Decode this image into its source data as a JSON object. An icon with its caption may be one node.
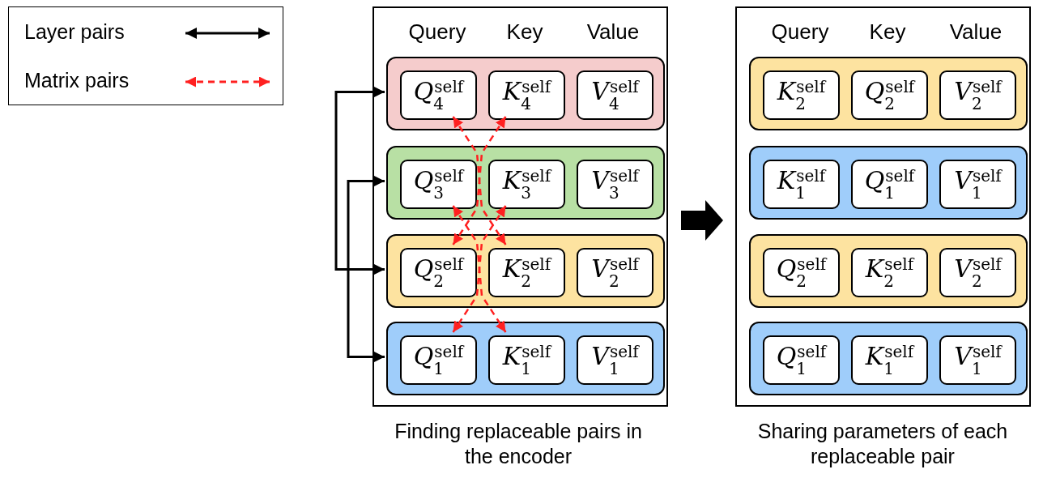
{
  "diagram": {
    "nodes": [
      {
        "text": [
          "Query",
          "Key",
          "Value"
        ]
      },
      {
        "text": [],
        "shape": "box",
        "in": 0
      },
      {
        "text": [
          "*Q*$_{4}$$^{self}$"
        ],
        "in": 1
      },
      {
        "text": [
          "*K*$_{4}$$^{self}$"
        ],
        "in": 1
      },
      {
        "text": [
          "*V*$_{4}$$^{self}$"
        ],
        "in": 1
      },
      {
        "text": [],
        "shape": "box",
        "in": 0
      },
      {
        "text": [
          "*Q*$_{3}$$^{self}$"
        ],
        "in": 5
      },
      {
        "text": [
          "*K*$_{3}$$^{self}$"
        ],
        "in": 5
      },
      {
        "text": [
          "*V*$_{3}$$^{self}$"
        ],
        "in": 5
      },
      {
        "text": [],
        "shape": "box",
        "in": 0
      },
      {
        "text": [
          "*Q*$_{2}$$^{self}$"
        ],
        "in": 9
      },
      {
        "text": [
          "*K*$_{2}$$^{self}$"
        ],
        "in": 9
      },
      {
        "text": [
          "*V*$_{2}$$^{self}$"
        ],
        "in": 9
      },
      {
        "text": [],
        "shape": "box",
        "in": 0
      },
      {
        "text": [
          "*Q*$_{1}$$^{self}$"
        ],
        "in": 13
      },
      {
        "text": [
          "*K*$_{1}$$^{self}$"
        ],
        "in": 13
      },
      {
        "text": [
          "*V*$_{1}$$^{self}$"
        ],
        "in": 13
      },
      {
        "text": [
          "Query",
          "Key",
          "Value"
        ]
      },
      {
        "text": [],
        "shape": "box",
        "in": 17
      },
      {
        "text": [
          "*K*$_{2}$$^{self}$"
        ],
        "in": 18
      },
      {
        "text": [
          "*Q*$_{2}$$^{self}$"
        ],
        "in": 18
      },
      {
        "text": [
          "*V*$_{2}$$^{self}$"
        ],
        "in": 18
      },
      {
        "text": [],
        "shape": "box",
        "in": 17
      },
      {
        "text": [
          "*K*$_{1}$$^{self}$"
        ],
        "in": 22
      },
      {
        "text": [
          "*Q*$_{1}$$^{self}$"
        ],
        "in": 22
      },
      {
        "text": [
          "*V*$_{1}$$^{self}$"
        ],
        "in": 22
      },
      {
        "text": [],
        "shape": "box",
        "in": 17
      },
      {
        "text": [
          "*Q*$_{2}$$^{self}$"
        ],
        "in": 26
      },
      {
        "text": [
          "*K*$_{2}$$^{self}$"
        ],
        "in": 26
      },
      {
        "text": [
          "*V*$_{2}$$^{self}$"
        ],
        "in": 26
      },
      {
        "text": [],
        "shape": "box",
        "in": 17
      },
      {
        "text": [
          "*Q*$_{1}$$^{self}$"
        ],
        "in": 30
      },
      {
        "text": [
          "*K*$_{1}$$^{self}$"
        ],
        "in": 30
      },
      {
        "text": [
          "*V*$_{1}$$^{self}$"
        ],
        "in": 30
      }
    ],
    "edges": [
      {
        "from": 1,
        "to": 9,
        "arrow": "both",
        "color": "#000000"
      },
      {
        "from": 5,
        "to": 13,
        "arrow": "both",
        "color": "#000000"
      },
      {
        "from": 2,
        "to": 11,
        "arrow": "both",
        "style": "dashed",
        "color": "#ff2020"
      },
      {
        "from": 3,
        "to": 10,
        "arrow": "both",
        "style": "dashed",
        "color": "#ff2020"
      },
      {
        "from": 6,
        "to": 15,
        "arrow": "both",
        "style": "dashed",
        "color": "#ff2020"
      },
      {
        "from": 7,
        "to": 14,
        "arrow": "both",
        "style": "dashed",
        "color": "#ff2020"
      },
      {
        "from": 0,
        "to": 17,
        "arrow": "to",
        "style": "thick",
        "color": "#000000"
      }
    ],
    "labels": [
      "Finding replaceable pairs in the encoder",
      "Sharing parameters of each replaceable pair"
    ],
    "legend": [
      {
        "text": "Layer pairs"
      },
      {
        "text": "Matrix pairs"
      }
    ]
  }
}
